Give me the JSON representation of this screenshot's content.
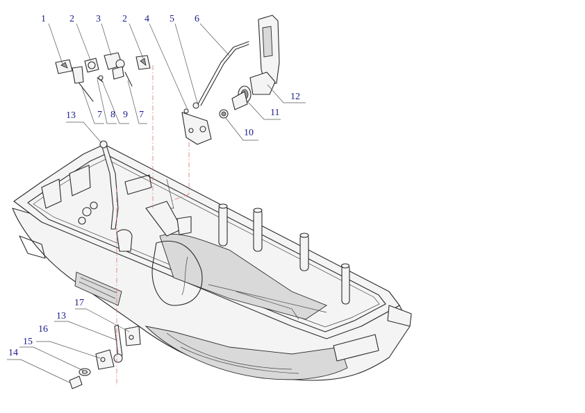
{
  "colors": {
    "callout_text": "#1a1a8c",
    "assembly_line": "#e07070",
    "outline": "#2a2a2a"
  },
  "callouts": [
    "1",
    "2",
    "3",
    "2",
    "4",
    "5",
    "6",
    "7",
    "8",
    "9",
    "7",
    "12",
    "11",
    "10",
    "13",
    "17",
    "13",
    "16",
    "15",
    "14"
  ]
}
